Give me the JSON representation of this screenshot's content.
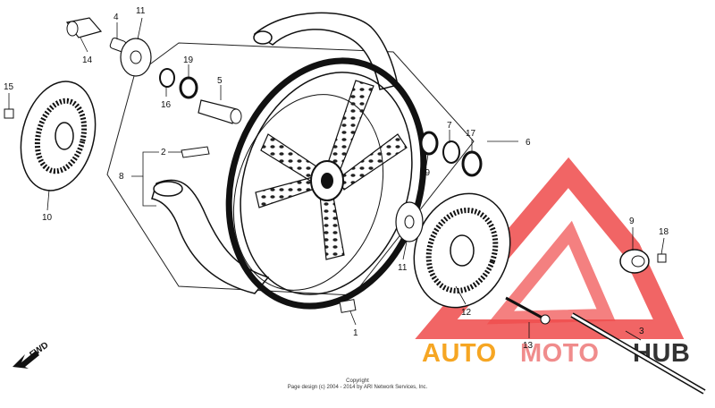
{
  "callouts": {
    "c1": "1",
    "c2": "2",
    "c3": "3",
    "c4": "4",
    "c5": "5",
    "c6": "6",
    "c7": "7",
    "c8": "8",
    "c9": "9",
    "c10": "10",
    "c11a": "11",
    "c11b": "11",
    "c12": "12",
    "c13": "13",
    "c14": "14",
    "c15": "15",
    "c16": "16",
    "c17": "17",
    "c18": "18",
    "c19a": "19",
    "c19b": "19"
  },
  "fwd_label": "FWD",
  "watermark": {
    "part1": "AUTO",
    "part2": "MOTO",
    "part3": "HUB",
    "color1": "#f6a623",
    "color2": "#f08c8c",
    "color3": "#333333",
    "triangle_color": "#ef4a4a"
  },
  "copyright": {
    "line1": "Copyright",
    "line2": "Page design (c) 2004 - 2014 by ARI Network Services, Inc."
  }
}
